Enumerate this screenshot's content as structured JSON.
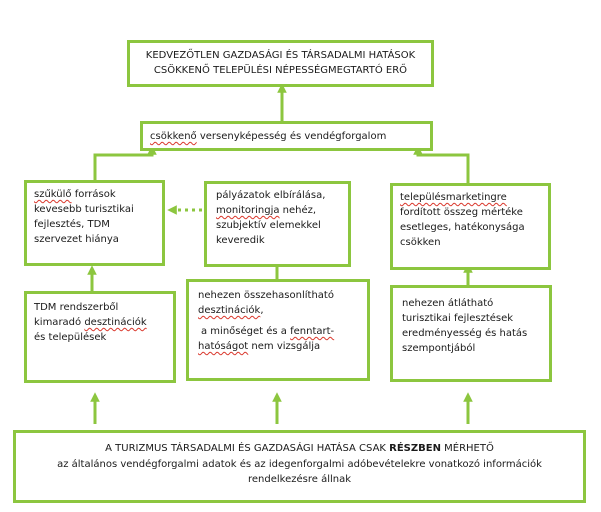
{
  "colors": {
    "border": "#8cc63f",
    "arrow": "#8cc63f",
    "spellcheck": "#d9362b",
    "text": "#1a1a1a"
  },
  "top_box": {
    "line1": "KEDVEZŐTLEN GAZDASÁGI ÉS TÁRSADALMI HATÁSOK",
    "line2": "CSÖKKENŐ TELEPÜLÉSI NÉPESSÉGMEGTARTÓ ERŐ"
  },
  "middle_box": {
    "underlined": "csökkenő",
    "rest": " versenyképesség és vendégforgalom"
  },
  "left_upper": {
    "l1_underlined": "szűkülő",
    "l1_rest": " források",
    "l2": "kevesebb turisztikai",
    "l3": "fejlesztés, TDM",
    "l4": "szervezet hiánya"
  },
  "center_upper": {
    "l1": "pályázatok elbírálása,",
    "l2_underlined": "monitoringja",
    "l2_rest": " nehéz,",
    "l3": "szubjektív elemekkel",
    "l4": "keveredik"
  },
  "right_upper": {
    "l1": "településmarketingre",
    "l2": "fordított összeg mértéke",
    "l3": "esetleges, hatékonysága",
    "l4": "csökken"
  },
  "left_lower": {
    "l1": "TDM rendszerből",
    "l2_prefix": "kimaradó ",
    "l2_underlined": "desztinációk",
    "l3": "és települések"
  },
  "center_lower": {
    "l1": "nehezen összehasonlítható",
    "l2_underlined": "desztinációk",
    "l2_rest": ",",
    "l3_prefix": "a minőséget és a ",
    "l3_underlined": "fenntart-",
    "l4_underlined": "hatóságot",
    "l4_rest": " nem vizsgálja"
  },
  "right_lower": {
    "l1": "nehezen átlátható",
    "l2": "turisztikai fejlesztések",
    "l3": "eredményesség és hatás",
    "l4": "szempontjából"
  },
  "bottom_box": {
    "l1_prefix": "A TURIZMUS TÁRSADALMI ÉS GAZDASÁGI HATÁSA CSAK ",
    "l1_bold": "RÉSZBEN",
    "l1_suffix": " MÉRHETŐ",
    "l2": "az általános vendégforgalmi adatok és az idegenforgalmi adóbevételekre vonatkozó információk",
    "l3": "rendelkezésre állnak"
  }
}
